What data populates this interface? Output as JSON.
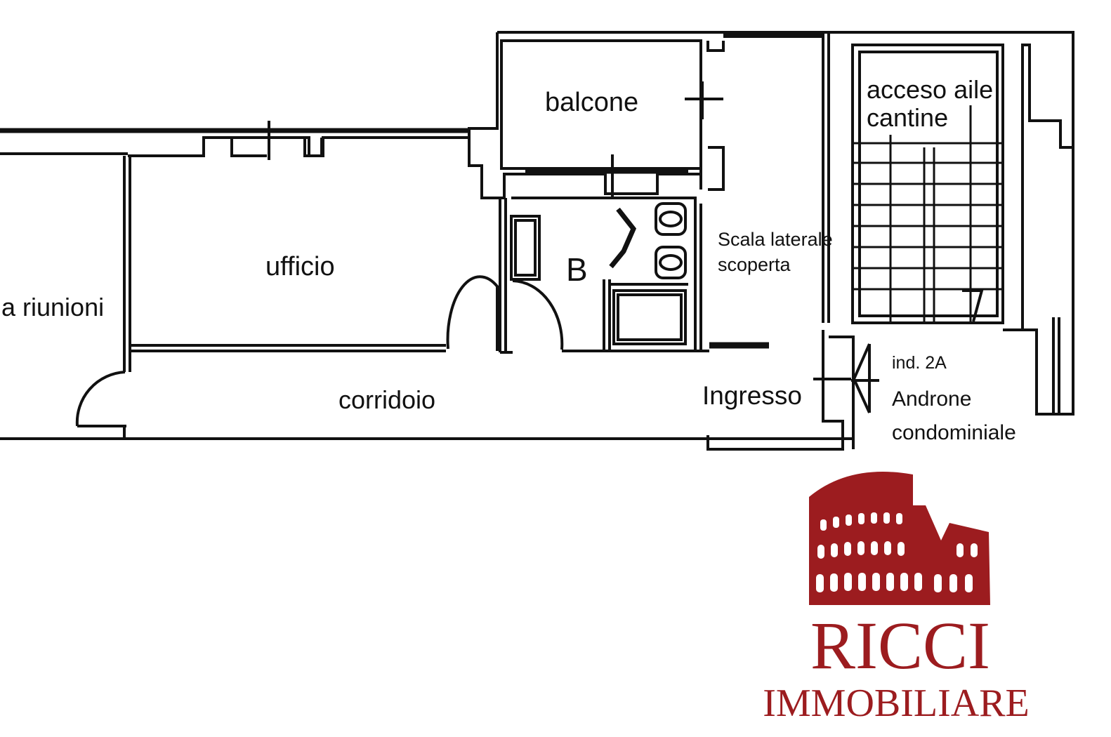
{
  "rooms": {
    "sala": "la riunioni",
    "ufficio": "ufficio",
    "balcone": "balcone",
    "bagno": "B",
    "scala_line1": "Scala laterale",
    "scala_line2": "scoperta",
    "cantine_line1": "acceso aile",
    "cantine_line2": "cantine",
    "corridoio": "corridoio",
    "ingresso": "Ingresso",
    "ind": "ind. 2A",
    "androne_line1": "Androne",
    "androne_line2": "condominiale"
  },
  "logo": {
    "name": "RICCI",
    "tagline": "IMMOBILIARE",
    "color": "#9c1c1f"
  },
  "colors": {
    "wall": "#111111",
    "background": "#ffffff"
  }
}
